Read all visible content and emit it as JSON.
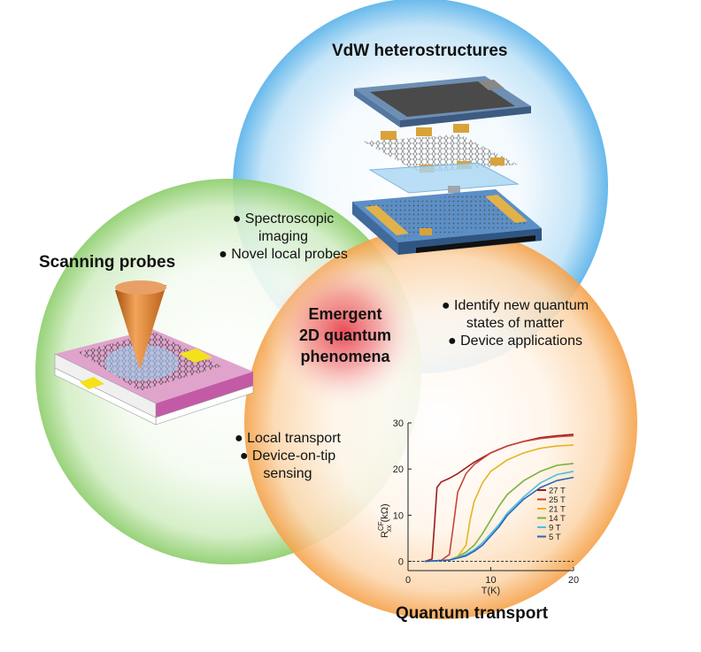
{
  "colors": {
    "blue_circle": "#5bb3ea",
    "green_circle": "#8ccd6a",
    "orange_circle": "#f5a24a",
    "center_glow": "#e8424f",
    "tip": "#e07a20",
    "substrate_pink": "#d37bb5",
    "contact_gold": "#d9a23a"
  },
  "titles": {
    "vdw": "VdW heterostructures",
    "scanning": "Scanning probes",
    "quantum": "Quantum transport"
  },
  "center": {
    "line1": "Emergent",
    "line2": "2D quantum",
    "line3": "phenomena"
  },
  "bullets": {
    "vdw_scan": [
      "Spectroscopic",
      "imaging",
      "Novel local probes"
    ],
    "vdw_transport": [
      "Identify new quantum",
      "states of matter",
      "Device applications"
    ],
    "scan_transport": [
      "Local transport",
      "Device-on-tip",
      "sensing"
    ]
  },
  "chart_data": {
    "type": "line",
    "xlabel": "T(K)",
    "ylabel": "R_xx^CF (kΩ)",
    "ylabel_main": "R",
    "ylabel_sup": "CF",
    "ylabel_sub": "xx",
    "ylabel_unit": "(kΩ)",
    "xlim": [
      0,
      20
    ],
    "ylim": [
      -2,
      30
    ],
    "xticks": [
      "0",
      "10",
      "20"
    ],
    "yticks": [
      "0",
      "10",
      "20",
      "30"
    ],
    "legend_position": "right",
    "series": [
      {
        "name": "27 T",
        "color": "#9b1c1c",
        "x": [
          2,
          2.9,
          3.2,
          3.5,
          4,
          5,
          6,
          8,
          10,
          12,
          14,
          16,
          18,
          20
        ],
        "y": [
          0,
          0.5,
          8,
          16,
          17.2,
          18,
          19,
          21.5,
          23.5,
          25,
          26,
          26.8,
          27.2,
          27.5
        ]
      },
      {
        "name": "25 T",
        "color": "#c8433a",
        "x": [
          2,
          4,
          5,
          5.5,
          6,
          7,
          8,
          10,
          12,
          14,
          16,
          18,
          20
        ],
        "y": [
          0,
          0.2,
          1.5,
          8,
          15,
          19,
          21,
          23.5,
          25,
          26,
          26.6,
          27,
          27.2
        ]
      },
      {
        "name": "21 T",
        "color": "#e6b322",
        "x": [
          2,
          5,
          6,
          7,
          7.5,
          8,
          9,
          10,
          12,
          14,
          16,
          18,
          20
        ],
        "y": [
          0,
          0.3,
          1,
          3.5,
          9,
          13,
          17,
          19.5,
          22,
          23.5,
          24.5,
          25,
          25.2
        ]
      },
      {
        "name": "14 T",
        "color": "#7ab33c",
        "x": [
          2,
          5,
          6,
          7,
          8,
          9,
          10,
          11,
          12,
          14,
          16,
          18,
          20
        ],
        "y": [
          0,
          0.3,
          1,
          2,
          3.5,
          6,
          9,
          12,
          14.5,
          17.5,
          19.5,
          20.8,
          21.2
        ]
      },
      {
        "name": "9 T",
        "color": "#4cc0e0",
        "x": [
          2,
          5,
          6,
          7,
          8,
          9,
          10,
          11,
          12,
          14,
          16,
          18,
          20
        ],
        "y": [
          0,
          0.3,
          0.8,
          1.5,
          2.5,
          4,
          6,
          8,
          10.5,
          14,
          17,
          18.8,
          19.5
        ]
      },
      {
        "name": "5 T",
        "color": "#2e63b8",
        "x": [
          2,
          5,
          6,
          7,
          8,
          9,
          10,
          11,
          12,
          14,
          16,
          18,
          20
        ],
        "y": [
          0,
          0.3,
          0.7,
          1.2,
          2.2,
          3.5,
          5.5,
          7.5,
          10,
          13.5,
          16,
          17.5,
          18.2
        ]
      }
    ]
  }
}
